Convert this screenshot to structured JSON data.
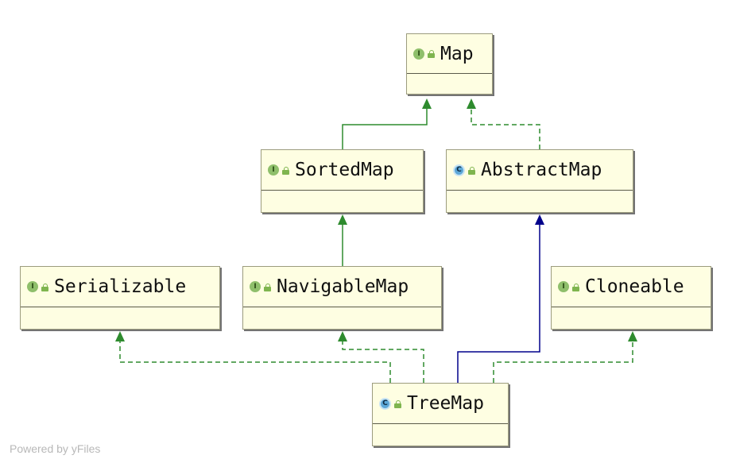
{
  "diagram": {
    "nodes": [
      {
        "id": "map",
        "label": "Map",
        "kind": "interface"
      },
      {
        "id": "sortedmap",
        "label": "SortedMap",
        "kind": "interface"
      },
      {
        "id": "abstractmap",
        "label": "AbstractMap",
        "kind": "abstract-class"
      },
      {
        "id": "serializable",
        "label": "Serializable",
        "kind": "interface"
      },
      {
        "id": "navigablemap",
        "label": "NavigableMap",
        "kind": "interface"
      },
      {
        "id": "cloneable",
        "label": "Cloneable",
        "kind": "interface"
      },
      {
        "id": "treemap",
        "label": "TreeMap",
        "kind": "class"
      }
    ],
    "edges": [
      {
        "from": "sortedmap",
        "to": "map",
        "relation": "extends",
        "style": "solid",
        "color": "#2e8b2e"
      },
      {
        "from": "abstractmap",
        "to": "map",
        "relation": "implements",
        "style": "dashed",
        "color": "#2e8b2e"
      },
      {
        "from": "navigablemap",
        "to": "sortedmap",
        "relation": "extends",
        "style": "solid",
        "color": "#2e8b2e"
      },
      {
        "from": "treemap",
        "to": "abstractmap",
        "relation": "extends",
        "style": "solid",
        "color": "#00008b"
      },
      {
        "from": "treemap",
        "to": "serializable",
        "relation": "implements",
        "style": "dashed",
        "color": "#2e8b2e"
      },
      {
        "from": "treemap",
        "to": "navigablemap",
        "relation": "implements",
        "style": "dashed",
        "color": "#2e8b2e"
      },
      {
        "from": "treemap",
        "to": "cloneable",
        "relation": "implements",
        "style": "dashed",
        "color": "#2e8b2e"
      }
    ],
    "colors": {
      "node_fill": "#fefee2",
      "interface_icon": "#8fbf6b",
      "class_icon": "#5da8d8",
      "implements_edge": "#2e8b2e",
      "extends_class_edge": "#00008b"
    }
  },
  "watermark": "Powered by yFiles"
}
